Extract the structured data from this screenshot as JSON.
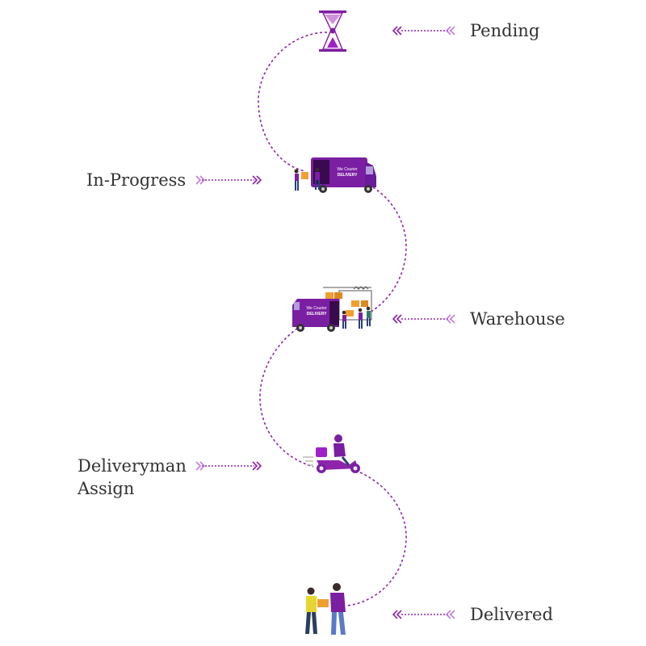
{
  "colors": {
    "primary": "#7b1fa2",
    "accent": "#a020c8",
    "dark": "#4a0d66",
    "orange": "#f0a030",
    "text": "#333333"
  },
  "steps": [
    {
      "label": "Pending",
      "icon": "hourglass-icon"
    },
    {
      "label": "In-Progress",
      "icon": "delivery-van-loading-icon",
      "van_text": "We Courier",
      "van_text2": "DELIVERY"
    },
    {
      "label": "Warehouse",
      "icon": "warehouse-van-icon",
      "van_text": "We Courier",
      "van_text2": "DELIVERY"
    },
    {
      "label_line1": "Deliveryman",
      "label_line2": "Assign",
      "icon": "delivery-scooter-icon"
    },
    {
      "label": "Delivered",
      "icon": "package-handover-icon"
    }
  ]
}
